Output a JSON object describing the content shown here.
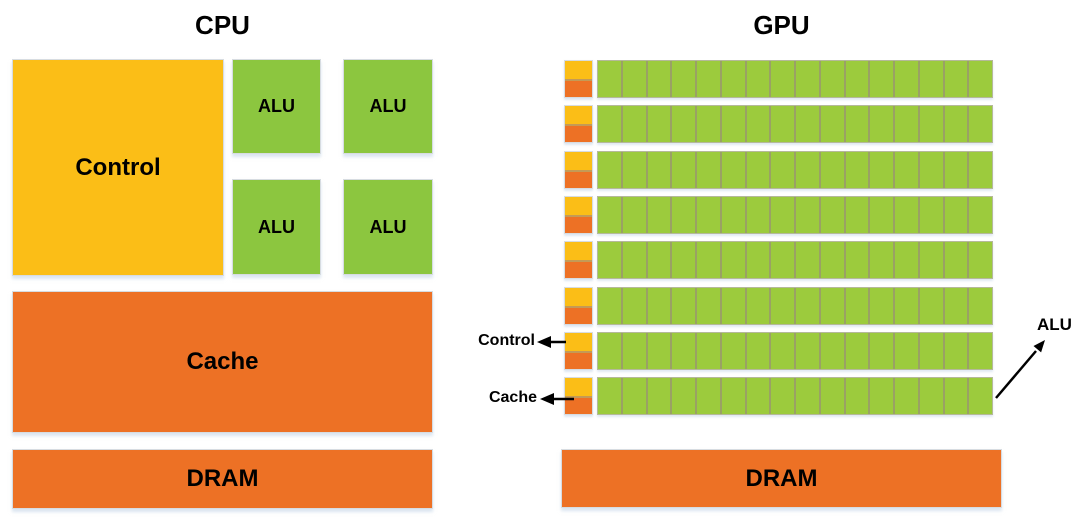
{
  "cpu": {
    "title": "CPU",
    "control_label": "Control",
    "alu_labels": [
      "ALU",
      "ALU",
      "ALU",
      "ALU"
    ],
    "cache_label": "Cache",
    "dram_label": "DRAM"
  },
  "gpu": {
    "title": "GPU",
    "rows": 8,
    "cols": 16,
    "control_label": "Control",
    "cache_label": "Cache",
    "alu_label": "ALU",
    "dram_label": "DRAM"
  },
  "colors": {
    "yellow": "#FBBE17",
    "orange": "#ED7125",
    "cpu_alu_green": "#8CC63F",
    "gpu_core_green": "#9CCB3D",
    "text": "#000000",
    "background": "#FFFFFF"
  }
}
